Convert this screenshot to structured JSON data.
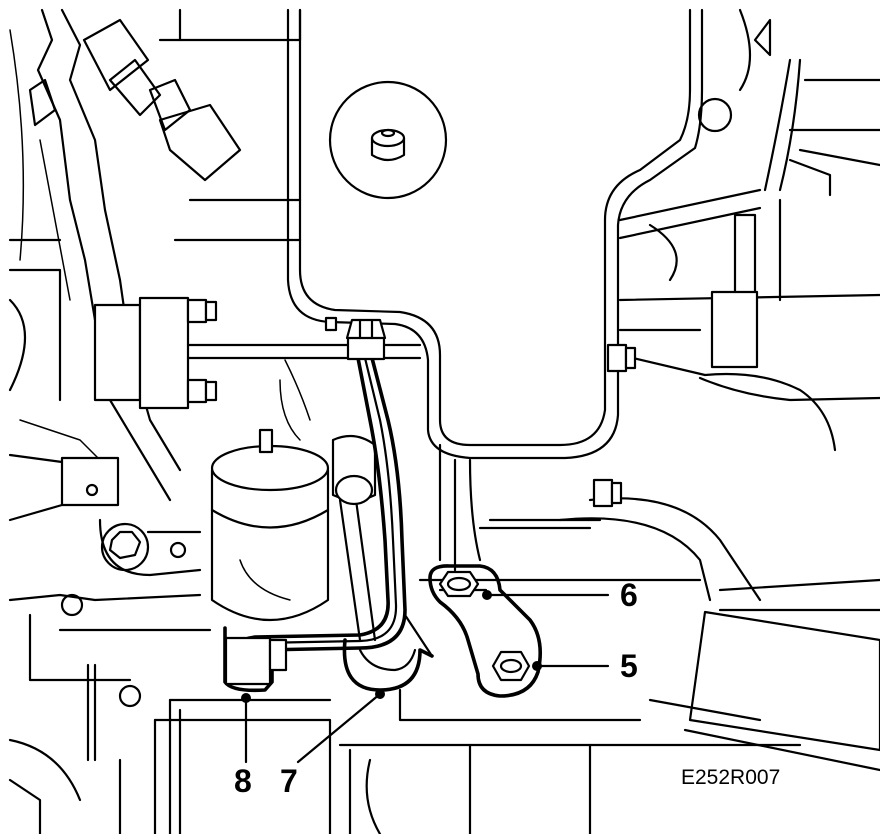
{
  "diagram": {
    "callouts": [
      {
        "id": "5",
        "label": "5"
      },
      {
        "id": "6",
        "label": "6"
      },
      {
        "id": "7",
        "label": "7"
      },
      {
        "id": "8",
        "label": "8"
      }
    ],
    "figure_code": "E252R007"
  }
}
